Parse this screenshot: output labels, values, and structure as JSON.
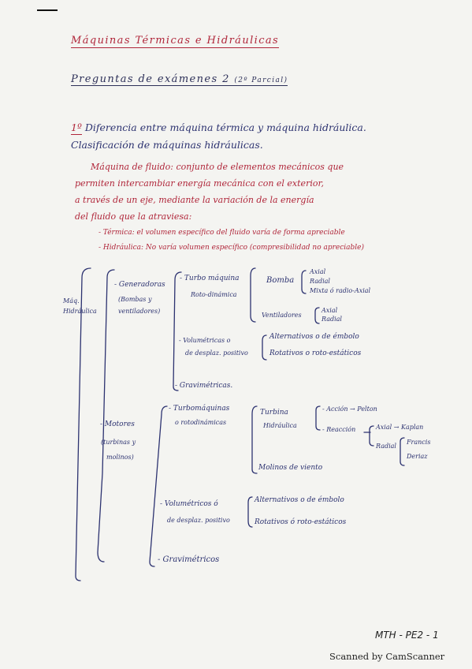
{
  "header": {
    "title": "Máquinas Térmicas e Hidráulicas",
    "subtitle": "Preguntas de exámenes 2",
    "subtitle_note": "(2º Parcial)"
  },
  "question": {
    "number": "1º",
    "line1": "Diferencia entre máquina térmica y máquina hidráulica.",
    "line2": "Clasificación de máquinas hidráulicas."
  },
  "definition": {
    "line1": "Máquina de fluido: conjunto de elementos mecánicos que",
    "line2": "permiten intercambiar energía mecánica con el exterior,",
    "line3": "a través de un eje, mediante la variación de la energía",
    "line4": "del fluido que la atraviesa:",
    "termica": "- Térmica: el volumen específico del fluido varía de forma apreciable",
    "hidraulica": "- Hidráulica: No varía volumen específico (compresibilidad no apreciable)"
  },
  "tree": {
    "root": "Máq. Hidráulica",
    "generadoras": "- Generadoras",
    "generadoras_sub1": "(Bombas y",
    "generadoras_sub2": "ventiladores)",
    "turbomaquina": "- Turbo máquina",
    "rotodinamica": "Roto-dinámica",
    "bomba": "Bomba",
    "bomba_axial": "Axial",
    "bomba_radial": "Radial",
    "bomba_mixta": "Mixta ó radio-Axial",
    "ventiladores": "Ventiladores",
    "vent_axial": "Axial",
    "vent_radial": "Radial",
    "volumetricas1": "- Volumétricas o",
    "volumetricas2": "de desplaz. positivo",
    "alternativos1": "Alternativos o de émbolo",
    "rotativos1": "Rotativos o roto-estáticos",
    "gravimetricas": "- Gravimétricas.",
    "motores": "- Motores",
    "motores_sub1": "(turbinas y",
    "motores_sub2": "molinos)",
    "turbomaquinas2a": "- Turbomáquinas",
    "turbomaquinas2b": "o rotodinámicas",
    "turbina1": "Turbina",
    "turbina2": "Hidráulica",
    "accion": "- Acción → Pelton",
    "reaccion": "- Reacción",
    "axial_kaplan": "Axial → Kaplan",
    "radial": "Radial",
    "francis": "Francis",
    "deriaz": "Deriaz",
    "molinos": "Molinos de viento",
    "volumetricos_b1": "- Volumétricos ó",
    "volumetricos_b2": "de desplaz. positivo",
    "alternativos2": "Alternativos o de émbolo",
    "rotativos2": "Rotativos ó roto-estáticos",
    "gravimetricos": "- Gravimétricos"
  },
  "footer": {
    "page_code": "MTH - PE2 - 1",
    "scanner": "Scanned by CamScanner"
  }
}
